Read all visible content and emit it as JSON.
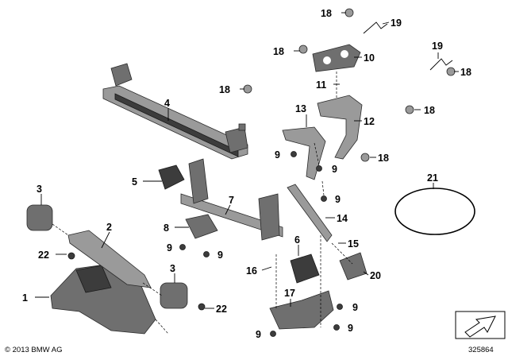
{
  "callouts": [
    "1",
    "2",
    "3",
    "3",
    "4",
    "5",
    "6",
    "7",
    "8",
    "9",
    "9",
    "9",
    "9",
    "9",
    "9",
    "9",
    "9",
    "10",
    "11",
    "12",
    "13",
    "14",
    "15",
    "16",
    "17",
    "18",
    "18",
    "18",
    "18",
    "18",
    "19",
    "19",
    "20",
    "21",
    "22",
    "22"
  ],
  "footer": {
    "copyright": "© 2013 BMW AG",
    "diagram_number": "325864"
  },
  "icons": [
    "direction-arrow-icon"
  ]
}
